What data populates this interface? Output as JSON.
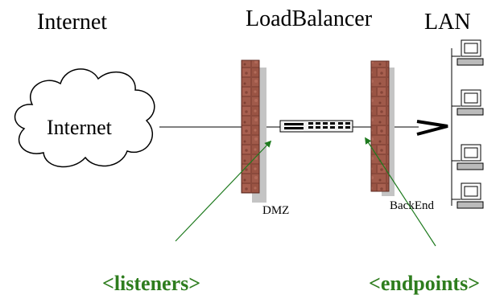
{
  "headings": {
    "internet": "Internet",
    "loadbalancer": "LoadBalancer",
    "lan": "LAN"
  },
  "cloud_label": "Internet",
  "zone_labels": {
    "dmz": "DMZ",
    "backend": "BackEnd"
  },
  "callouts": {
    "listeners": "<listeners>",
    "endpoints": "<endpoints>"
  },
  "colors": {
    "callout_text": "#2e7d1e",
    "arrow": "#1e7a1e",
    "brick": "#8b4a3c",
    "mortar": "#6a2e24",
    "shadow": "#c4c4c4"
  }
}
